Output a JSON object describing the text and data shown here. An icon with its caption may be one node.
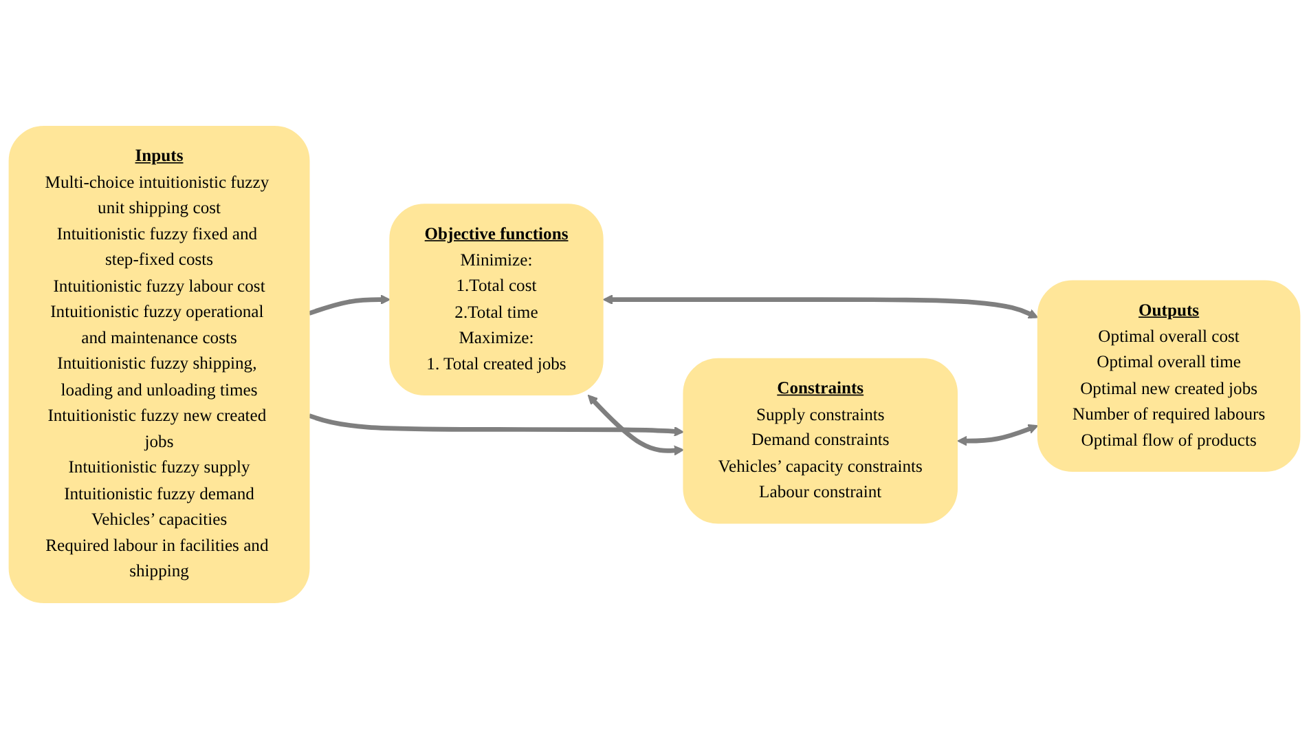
{
  "diagram": {
    "nodes": [
      {
        "text": [
          "Inputs",
          "Multi-choice intuitionistic fuzzy unit shipping cost",
          "Intuitionistic fuzzy fixed and step-fixed costs",
          "Intuitionistic fuzzy labour cost",
          "Intuitionistic fuzzy operational and maintenance costs",
          "Intuitionistic fuzzy shipping, loading and unloading times",
          "Intuitionistic fuzzy new created jobs",
          "Intuitionistic fuzzy supply",
          "Intuitionistic fuzzy demand",
          "Vehicles’ capacities",
          "Required labour in facilities and shipping"
        ]
      },
      {
        "text": [
          "Objective functions",
          "Minimize:",
          "1.Total cost",
          "2.Total time",
          "Maximize:",
          "1. Total created jobs"
        ]
      },
      {
        "text": [
          "Constraints",
          "Supply constraints",
          "Demand constraints",
          "Vehicles’ capacity constraints",
          "Labour constraint"
        ]
      },
      {
        "text": [
          "Outputs",
          "Optimal overall cost",
          "Optimal overall time",
          "Optimal new created jobs",
          "Number of required labours",
          "Optimal flow of products"
        ]
      }
    ],
    "edges": [
      {
        "from": 0,
        "to": 1,
        "arrow": "to"
      },
      {
        "from": 0,
        "to": 2,
        "arrow": "to"
      },
      {
        "from": 1,
        "to": 2,
        "arrow": "both"
      },
      {
        "from": 1,
        "to": 3,
        "arrow": "both"
      },
      {
        "from": 2,
        "to": 3,
        "arrow": "both"
      }
    ]
  }
}
